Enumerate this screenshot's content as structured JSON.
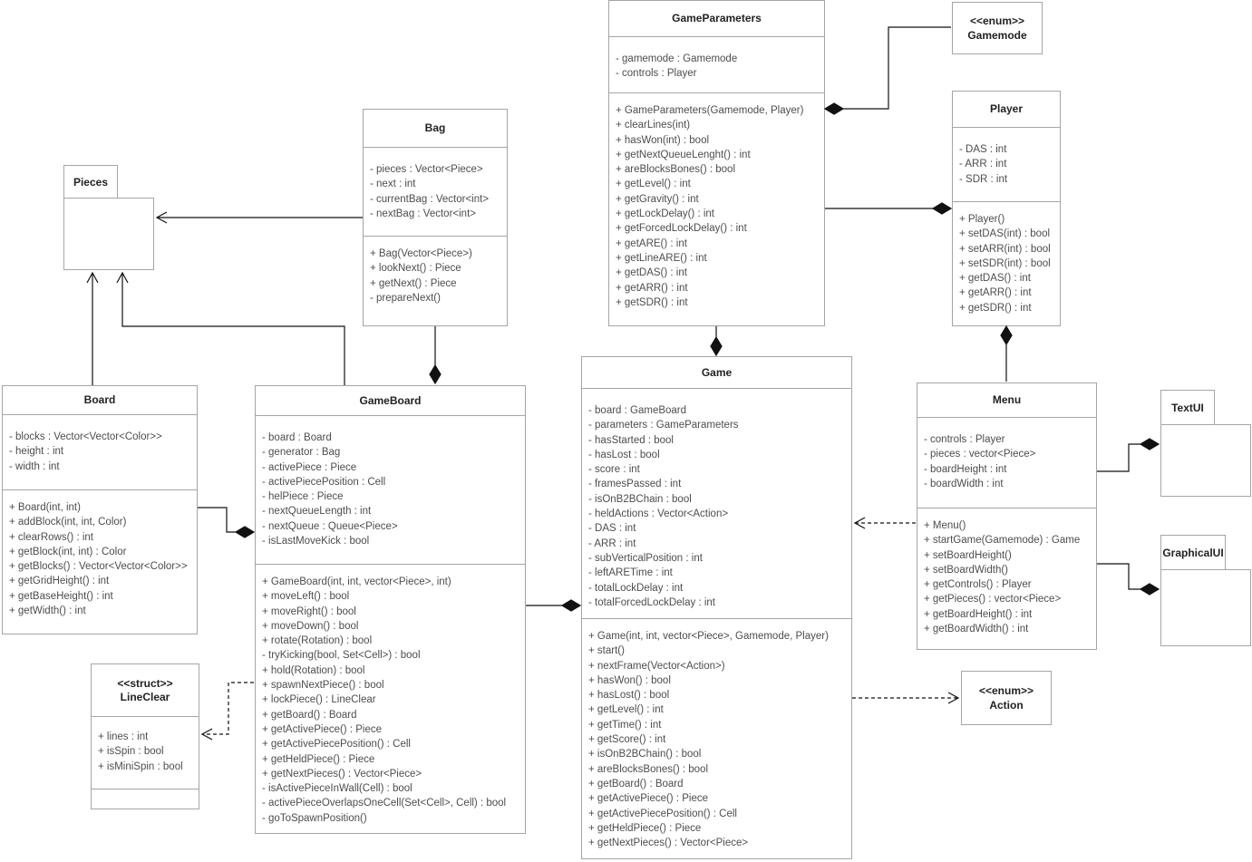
{
  "colors": {
    "background": "#ffffff",
    "box_border": "#a5a5a5",
    "title_text": "#222222",
    "member_text": "#4d4d4d",
    "connector": "#111111"
  },
  "classes": {
    "pieces": {
      "name": "Pieces",
      "kind": "package"
    },
    "bag": {
      "name": "Bag",
      "attributes": [
        "- pieces : Vector<Piece>",
        "- next : int",
        "- currentBag : Vector<int>",
        "- nextBag : Vector<int>"
      ],
      "methods": [
        "+ Bag(Vector<Piece>)",
        "+ lookNext() : Piece",
        "+ getNext() : Piece",
        "- prepareNext()"
      ]
    },
    "game_parameters": {
      "name": "GameParameters",
      "attributes": [
        "- gamemode : Gamemode",
        "- controls : Player"
      ],
      "methods": [
        "+ GameParameters(Gamemode, Player)",
        "+ clearLines(int)",
        "+ hasWon(int) : bool",
        "+ getNextQueueLenght() : int",
        "+ areBlocksBones() : bool",
        "+ getLevel() : int",
        "+ getGravity() : int",
        "+ getLockDelay() : int",
        "+ getForcedLockDelay() : int",
        "+ getARE() : int",
        "+ getLineARE() : int",
        "+ getDAS() : int",
        "+ getARR() : int",
        "+ getSDR() : int"
      ]
    },
    "gamemode": {
      "stereotype": "<<enum>>",
      "name": "Gamemode"
    },
    "player": {
      "name": "Player",
      "attributes": [
        "- DAS : int",
        "- ARR : int",
        "- SDR : int"
      ],
      "methods": [
        "+ Player()",
        "+ setDAS(int) : bool",
        "+ setARR(int) : bool",
        "+ setSDR(int) : bool",
        "+ getDAS() : int",
        "+ getARR() : int",
        "+ getSDR() : int"
      ]
    },
    "board": {
      "name": "Board",
      "attributes": [
        "- blocks : Vector<Vector<Color>>",
        "- height : int",
        "- width : int"
      ],
      "methods": [
        "+ Board(int, int)",
        "+ addBlock(int, int, Color)",
        "+ clearRows() : int",
        "+ getBlock(int, int) : Color",
        "+ getBlocks() : Vector<Vector<Color>>",
        "+ getGridHeight() : int",
        "+ getBaseHeight() : int",
        "+ getWidth() : int"
      ]
    },
    "game_board": {
      "name": "GameBoard",
      "attributes": [
        "- board : Board",
        "- generator : Bag",
        "- activePiece : Piece",
        "- activePiecePosition : Cell",
        "- helPiece : Piece",
        "- nextQueueLength : int",
        "- nextQueue : Queue<Piece>",
        "- isLastMoveKick : bool"
      ],
      "methods": [
        "+ GameBoard(int, int, vector<Piece>, int)",
        "+ moveLeft() : bool",
        "+ moveRight() : bool",
        "+ moveDown() : bool",
        "+ rotate(Rotation) : bool",
        "- tryKicking(bool, Set<Cell>) : bool",
        "+ hold(Rotation) : bool",
        "+ spawnNextPiece() : bool",
        "+ lockPiece() : LineClear",
        "+ getBoard() : Board",
        "+ getActivePiece() : Piece",
        "+ getActivePiecePosition() : Cell",
        "+ getHeldPiece() : Piece",
        "+ getNextPieces() : Vector<Piece>",
        "- isActivePieceInWall(Cell) : bool",
        "- activePieceOverlapsOneCell(Set<Cell>, Cell) : bool",
        "- goToSpawnPosition()"
      ]
    },
    "game": {
      "name": "Game",
      "attributes": [
        "- board : GameBoard",
        "- parameters : GameParameters",
        "- hasStarted : bool",
        "- hasLost : bool",
        "- score : int",
        "- framesPassed : int",
        "- isOnB2BChain : bool",
        "- heldActions : Vector<Action>",
        "- DAS : int",
        "- ARR : int",
        "- subVerticalPosition : int",
        "- leftARETime : int",
        "- totalLockDelay : int",
        "- totalForcedLockDelay : int"
      ],
      "methods": [
        "+ Game(int, int, vector<Piece>, Gamemode, Player)",
        "+ start()",
        "+ nextFrame(Vector<Action>)",
        "+ hasWon() : bool",
        "+ hasLost() : bool",
        "+ getLevel() : int",
        "+ getTime() : int",
        "+ getScore() : int",
        "+ isOnB2BChain() : bool",
        "+ areBlocksBones() : bool",
        "+ getBoard() : Board",
        "+ getActivePiece() : Piece",
        "+ getActivePiecePosition() : Cell",
        "+ getHeldPiece() : Piece",
        "+ getNextPieces() : Vector<Piece>"
      ]
    },
    "menu": {
      "name": "Menu",
      "attributes": [
        "- controls : Player",
        "- pieces : vector<Piece>",
        "- boardHeight : int",
        "- boardWidth : int"
      ],
      "methods": [
        "+ Menu()",
        "+ startGame(Gamemode) : Game",
        "+ setBoardHeight()",
        "+ setBoardWidth()",
        "+ getControls() : Player",
        "+ getPieces() : vector<Piece>",
        "+ getBoardHeight() : int",
        "+ getBoardWidth() : int"
      ]
    },
    "text_ui": {
      "name": "TextUI",
      "kind": "package"
    },
    "graphical_ui": {
      "name": "GraphicalUI",
      "kind": "package"
    },
    "line_clear": {
      "stereotype": "<<struct>>",
      "name": "LineClear",
      "attributes": [
        "+ lines : int",
        "+ isSpin : bool",
        "+ isMiniSpin : bool"
      ]
    },
    "action": {
      "stereotype": "<<enum>>",
      "name": "Action"
    }
  },
  "relationships": [
    {
      "from": "Bag",
      "to": "Pieces",
      "type": "arrow"
    },
    {
      "from": "Board",
      "to": "Pieces",
      "type": "arrow"
    },
    {
      "from": "GameBoard",
      "to": "Pieces",
      "type": "arrow"
    },
    {
      "from": "GameBoard",
      "to": "Bag",
      "type": "composition"
    },
    {
      "from": "GameBoard",
      "to": "Board",
      "type": "composition"
    },
    {
      "from": "GameParameters",
      "to": "Gamemode",
      "type": "composition"
    },
    {
      "from": "Player",
      "to": "GameParameters",
      "type": "composition"
    },
    {
      "from": "Game",
      "to": "GameParameters",
      "type": "composition"
    },
    {
      "from": "Game",
      "to": "GameBoard",
      "type": "composition"
    },
    {
      "from": "Player",
      "to": "Menu",
      "type": "composition"
    },
    {
      "from": "Menu",
      "to": "Game",
      "type": "dependency"
    },
    {
      "from": "Game",
      "to": "Action",
      "type": "dependency"
    },
    {
      "from": "GameBoard",
      "to": "LineClear",
      "type": "dependency"
    },
    {
      "from": "TextUI",
      "to": "Menu",
      "type": "composition"
    },
    {
      "from": "GraphicalUI",
      "to": "Menu",
      "type": "composition"
    }
  ]
}
